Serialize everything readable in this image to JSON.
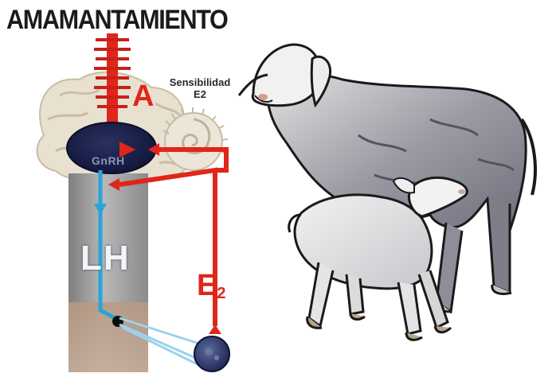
{
  "title": "AMAMANTAMIENTO",
  "sensitivity_label": [
    "Sensibilidad",
    "E2"
  ],
  "labels": {
    "a": "A",
    "gnrh": "GnRH",
    "lh": "LH",
    "e": "E",
    "e_sub": "2"
  },
  "colors": {
    "red": "#e0261b",
    "blue": "#2aa4d8",
    "navy": "#141a44",
    "pituitary_gray": "#9a9a9a"
  }
}
